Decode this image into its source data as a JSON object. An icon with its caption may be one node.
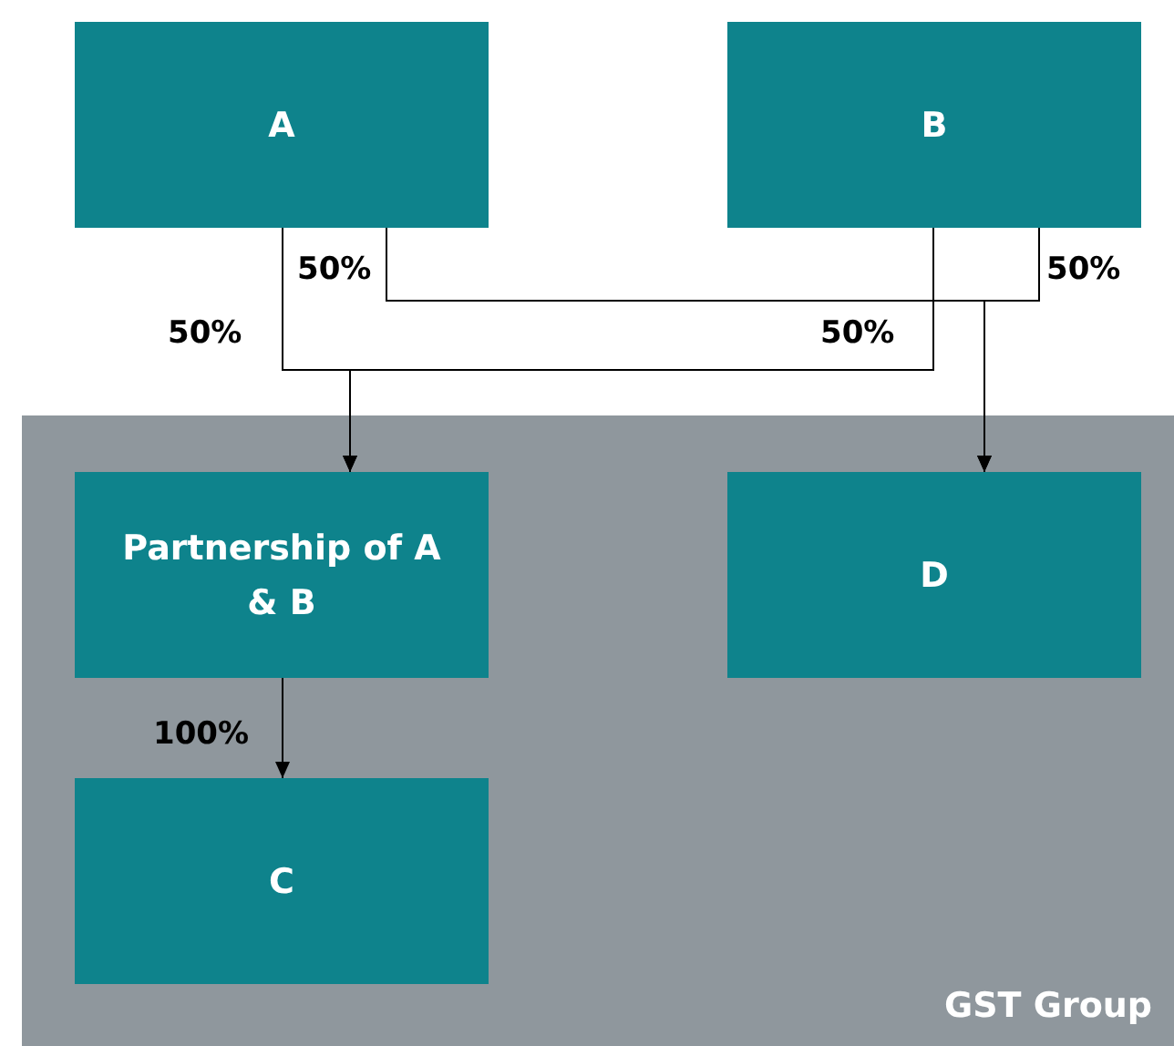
{
  "diagram": {
    "nodes": [
      {
        "text": [
          "GST Group"
        ]
      },
      {
        "text": [
          "A"
        ]
      },
      {
        "text": [
          "B"
        ]
      },
      {
        "text": [
          "Partnership of A & B"
        ],
        "in": 0
      },
      {
        "text": [
          "D"
        ],
        "in": 0
      },
      {
        "text": [
          "C"
        ],
        "in": 0
      }
    ],
    "edges": [
      {
        "from": 1,
        "to": 3,
        "arrow": "to",
        "label": "50%"
      },
      {
        "from": 2,
        "to": 3,
        "arrow": "to",
        "label": "50%"
      },
      {
        "from": 1,
        "to": 4,
        "arrow": "to",
        "label": "50%"
      },
      {
        "from": 2,
        "to": 4,
        "arrow": "to",
        "label": "50%"
      },
      {
        "from": 3,
        "to": 5,
        "arrow": "to",
        "label": "100%"
      }
    ]
  }
}
